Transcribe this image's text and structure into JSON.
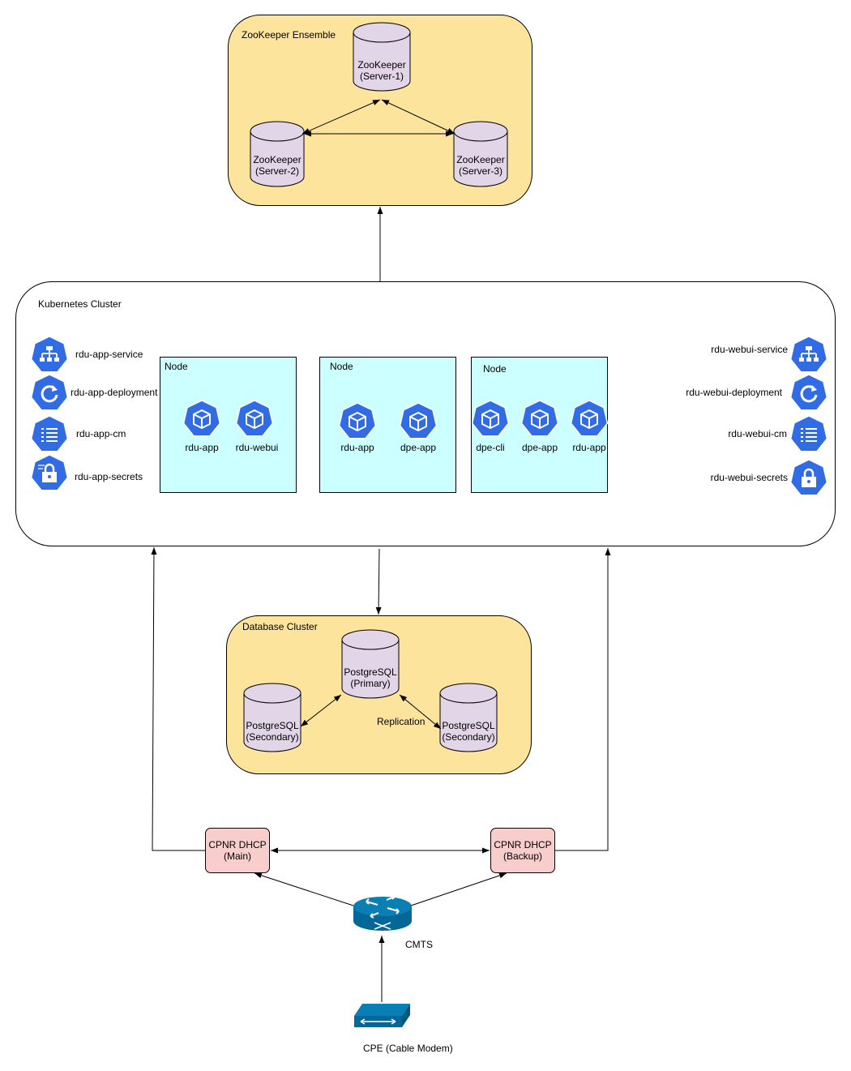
{
  "zookeeper": {
    "title": "ZooKeeper Ensemble",
    "servers": [
      {
        "line1": "ZooKeeper",
        "line2": "(Server-1)"
      },
      {
        "line1": "ZooKeeper",
        "line2": "(Server-2)"
      },
      {
        "line1": "ZooKeeper",
        "line2": "(Server-3)"
      }
    ]
  },
  "kubernetes": {
    "title": "Kubernetes Cluster",
    "left_resources": [
      "rdu-app-service",
      "rdu-app-deployment",
      "rdu-app-cm",
      "rdu-app-secrets"
    ],
    "right_resources": [
      "rdu-webui-service",
      "rdu-webui-deployment",
      "rdu-webui-cm",
      "rdu-webui-secrets"
    ],
    "nodes": [
      {
        "label": "Node",
        "pods": [
          "rdu-app",
          "rdu-webui"
        ]
      },
      {
        "label": "Node",
        "pods": [
          "rdu-app",
          "dpe-app"
        ]
      },
      {
        "label": "Node",
        "pods": [
          "dpe-cli",
          "dpe-app",
          "rdu-app"
        ]
      }
    ]
  },
  "database": {
    "title": "Database Cluster",
    "primary": {
      "line1": "PostgreSQL",
      "line2": "(Primary)"
    },
    "secondary_left": {
      "line1": "PostgreSQL",
      "line2": "(Secondary)"
    },
    "secondary_right": {
      "line1": "PostgreSQL",
      "line2": "(Secondary)"
    },
    "replication_label": "Replication"
  },
  "dhcp": {
    "main": {
      "line1": "CPNR DHCP",
      "line2": "(Main)"
    },
    "backup": {
      "line1": "CPNR DHCP",
      "line2": "(Backup)"
    }
  },
  "cmts": {
    "label": "CMTS"
  },
  "cpe": {
    "label": "CPE (Cable Modem)"
  },
  "colors": {
    "ensemble_fill": "#fde49c",
    "node_fill": "#ccffff",
    "cylinder_fill": "#e1d5e7",
    "dhcp_fill": "#f8cecc",
    "k8s_blue": "#326ce5",
    "cisco_blue": "#036897"
  }
}
